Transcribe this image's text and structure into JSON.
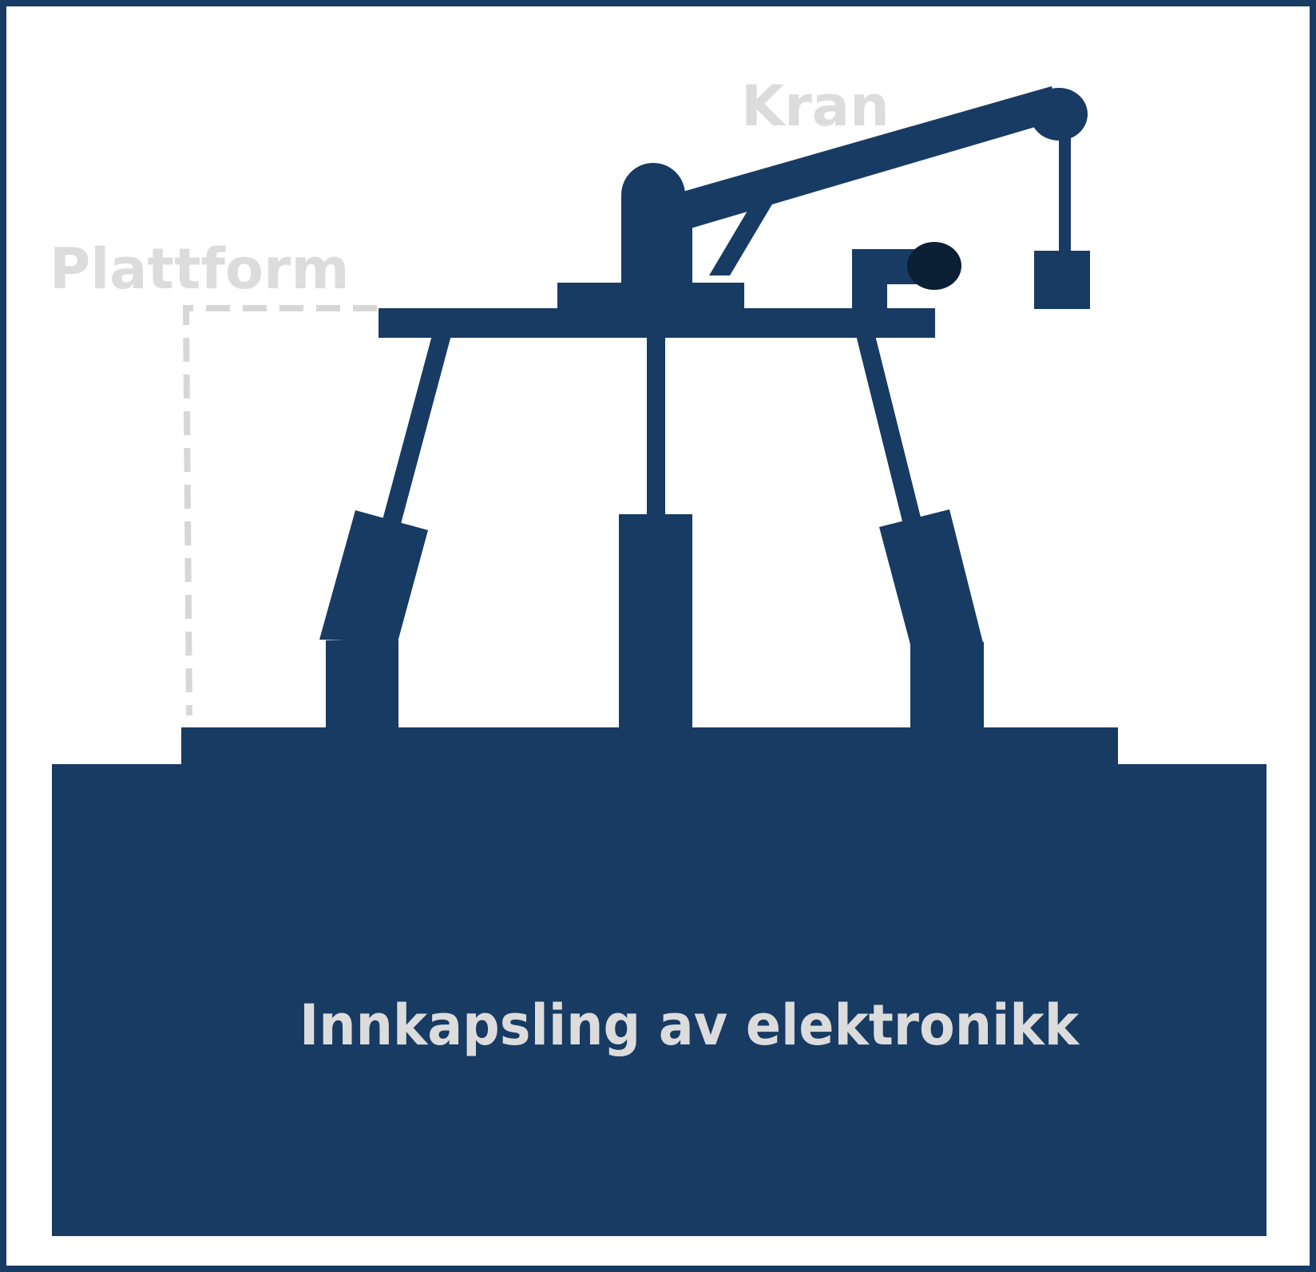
{
  "labels": {
    "crane": "Kran",
    "platform": "Plattform",
    "enclosure": "Innkapsling av elektronikk"
  },
  "colors": {
    "primary": "#173b63",
    "dark_accent": "#0b1f35",
    "label_gray": "#dcdcdc",
    "background": "#ffffff"
  }
}
